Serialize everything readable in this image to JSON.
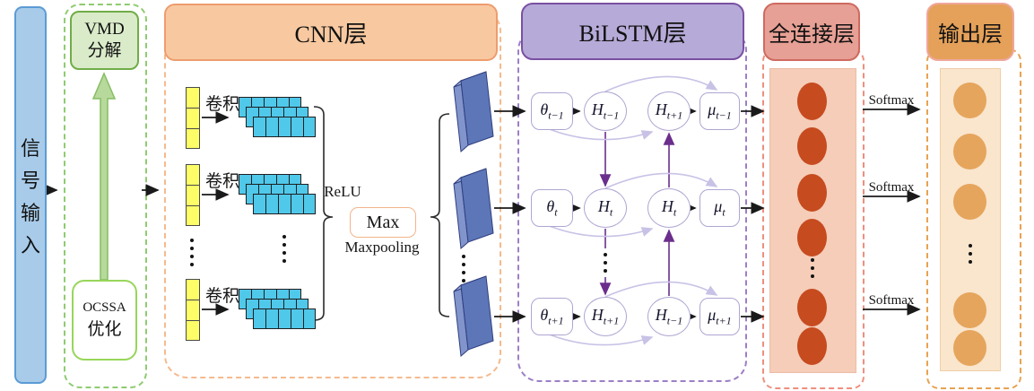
{
  "input_bar": {
    "chars": [
      "信",
      "号",
      "输",
      "入"
    ]
  },
  "preprocess": {
    "vmd_box": {
      "line1": "VMD",
      "line2": "分解"
    },
    "ocssa_box": {
      "line1": "OCSSA",
      "line2": "优化"
    }
  },
  "cnn": {
    "header": "CNN层",
    "conv_label": "卷积",
    "relu_label": "ReLU",
    "max_label": "Max",
    "maxpooling_label": "Maxpooling"
  },
  "bilstm": {
    "header": "BiLSTM层",
    "rows": [
      {
        "theta": {
          "base": "θ",
          "sub": "t−1"
        },
        "h_forward": {
          "base": "H",
          "sub": "t−1"
        },
        "h_backward": {
          "base": "H",
          "sub": "t+1"
        },
        "mu": {
          "base": "μ",
          "sub": "t−1"
        }
      },
      {
        "theta": {
          "base": "θ",
          "sub": "t"
        },
        "h_forward": {
          "base": "H",
          "sub": "t"
        },
        "h_backward": {
          "base": "H",
          "sub": "t"
        },
        "mu": {
          "base": "μ",
          "sub": "t"
        }
      },
      {
        "theta": {
          "base": "θ",
          "sub": "t+1"
        },
        "h_forward": {
          "base": "H",
          "sub": "t+1"
        },
        "h_backward": {
          "base": "H",
          "sub": "t−1"
        },
        "mu": {
          "base": "μ",
          "sub": "t+1"
        }
      }
    ]
  },
  "fc": {
    "header": "全连接层",
    "softmax_label": "Softmax",
    "visible_neurons": 6
  },
  "output": {
    "header": "输出层",
    "visible_neurons": 5
  },
  "colors": {
    "input_fill": "#A8CBE9",
    "input_border": "#5B9BD5",
    "green_dash": "#8FCB70",
    "vmd_fill": "#DAEBC9",
    "vmd_border": "#70AD47",
    "ocssa_border": "#97D65A",
    "green_arrow": "#B7D99C",
    "cnn_header_fill": "#F8C9A1",
    "cnn_header_border": "#EE9C6E",
    "cnn_dash": "#F5BA8E",
    "kernel_yellow": "#FDFD68",
    "feature_cyan": "#4FC8EA",
    "max_box_border": "#F2B48B",
    "slab_front": "#5C76B8",
    "slab_side": "#8194CB",
    "slab_top": "#98A8D6",
    "bilstm_header_fill": "#B6AAD8",
    "bilstm_header_border": "#7A50A2",
    "bilstm_dash": "#9C7FC6",
    "bilstm_node_border": "#AFA5D2",
    "bilstm_arc": "#C9C2E6",
    "bilstm_vertical_arrow": "#6B2E8C",
    "fc_header_fill": "#E7A095",
    "fc_header_border": "#CE6A60",
    "fc_dash": "#EE8F7E",
    "fc_inner": "#F5CDB9",
    "fc_neuron": "#C64B1F",
    "output_header_fill": "#E5A159",
    "output_header_border": "#EFA79E",
    "output_dash": "#E8A251",
    "output_inner": "#FAE5CD",
    "output_neuron": "#E5A55C",
    "arrow_black": "#1A1A1A"
  }
}
